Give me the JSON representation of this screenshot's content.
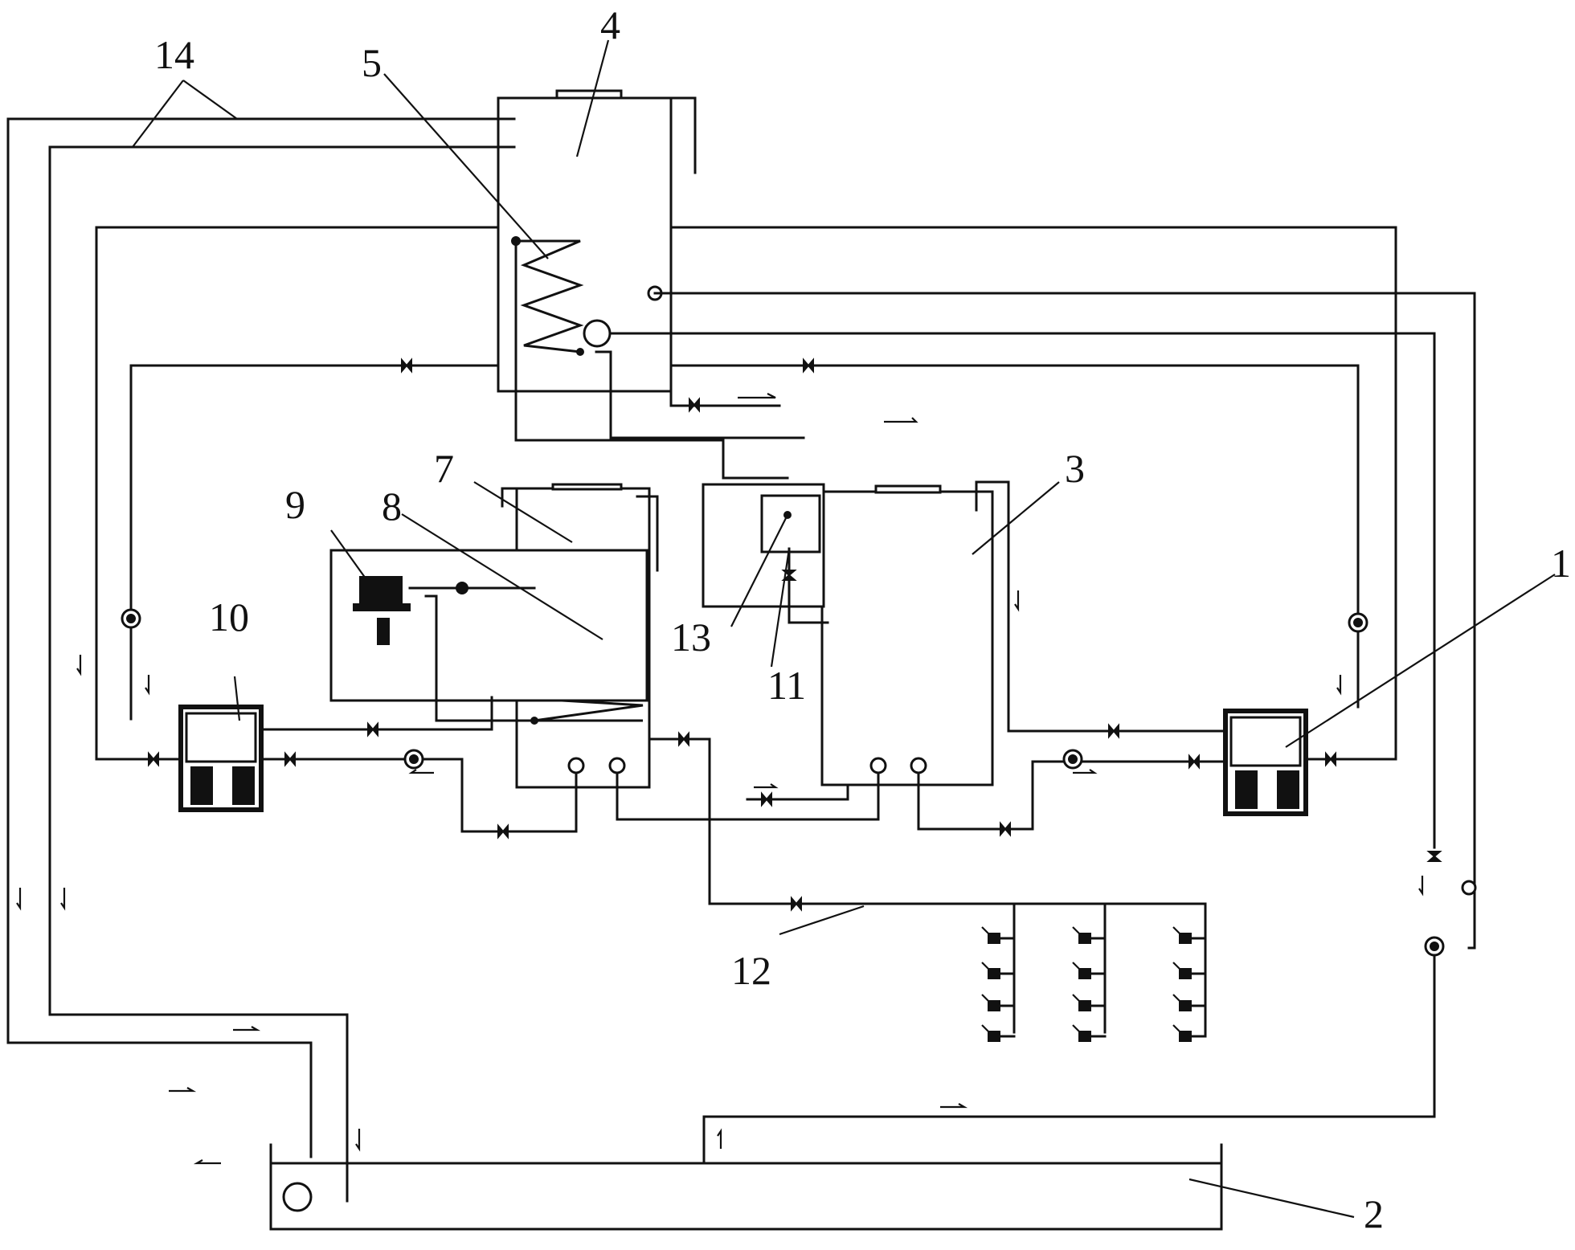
{
  "labels": {
    "l1": "1",
    "l2": "2",
    "l3": "3",
    "l4": "4",
    "l5": "5",
    "l7": "7",
    "l8": "8",
    "l9": "9",
    "l10": "10",
    "l11": "11",
    "l12": "12",
    "l13": "13",
    "l14": "14"
  }
}
